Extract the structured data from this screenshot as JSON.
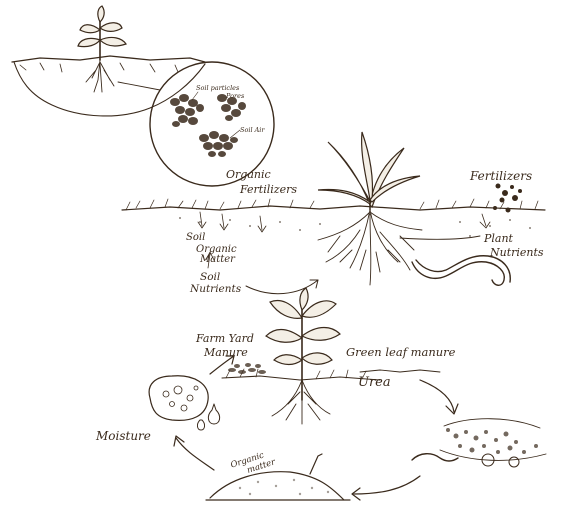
{
  "labels": {
    "soil_particles": "Soil particles",
    "pores": "Pores",
    "soil_air": "Soil Air",
    "organic_fertilizers": "Organic\nFertilizers",
    "fertilizers": "Fertilizers",
    "soil_organic_matter": "Soil\nOrganic\nMatter",
    "soil_nutrients": "Soil\nNutrients",
    "plant_nutrients": "Plant\nNutrients",
    "farm_yard_manure": "Farm Yard\nManure",
    "green_leaf_manure": "Green leaf manure",
    "urea": "Urea",
    "moisture": "Moisture",
    "organic_matter": "Organic\nmatter"
  }
}
